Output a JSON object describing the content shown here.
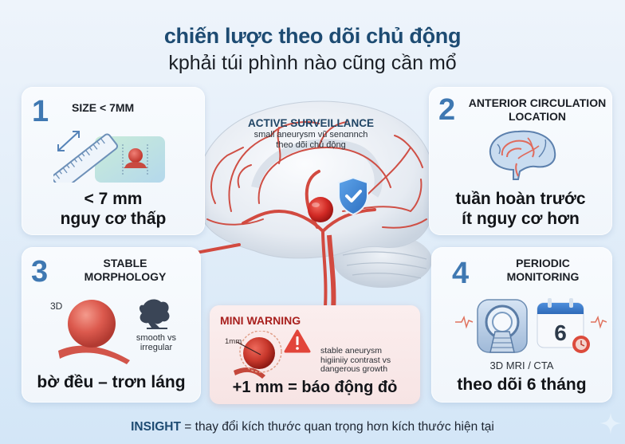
{
  "header": {
    "title": "chiến lược theo dõi chủ động",
    "subtitle": "kphải túi phình nào cũng cần mổ"
  },
  "center": {
    "title": "ACTIVE SURVEILLANCE",
    "line1": "small aneurysm vũ senαnnch",
    "line2": "theo dõi chủ động",
    "icons": [
      "brain-illustration",
      "aneurysm-ball",
      "shield-check-icon"
    ]
  },
  "cards": [
    {
      "number": "1",
      "heading": "SIZE < 7MM",
      "heading_line2": "",
      "line1": "< 7 mm",
      "line2": "nguy cơ thấp",
      "icons": [
        "ruler-icon",
        "double-arrow-icon",
        "aneurysm-icon"
      ]
    },
    {
      "number": "2",
      "heading": "ANTERIOR CIRCULATION",
      "heading_line2": "LOCATION",
      "line1": "tuần hoàn trước",
      "line2": "ít nguy cơ hơn",
      "icons": [
        "brain-icon"
      ]
    },
    {
      "number": "3",
      "heading": "STABLE",
      "heading_line2": "MORPHOLOGY",
      "label_3d": "3D",
      "compare1": "smooth vs",
      "compare2": "irregular",
      "line1": "bờ đều – trơn láng",
      "icons": [
        "sphere-aneurysm-icon",
        "irregular-shape-icon"
      ]
    },
    {
      "number": "4",
      "heading": "PERIODIC",
      "heading_line2": "MONITORING",
      "calendar_number": "6",
      "scan_label": "3D MRI / CTA",
      "line1": "theo dõi 6 tháng",
      "icons": [
        "mri-scanner-icon",
        "calendar-icon",
        "clock-icon",
        "pulse-icon"
      ]
    }
  ],
  "warning": {
    "title": "MINI WARNING",
    "size_label": "1mm",
    "desc1": "stable aneurysm",
    "desc2": "higiiniiy contrast vs",
    "desc3": "dangerous growth",
    "big": "+1 mm = báo động đỏ",
    "icons": [
      "aneurysm-growth-icon",
      "warning-triangle-icon"
    ]
  },
  "insight": {
    "label": "INSIGHT",
    "text": " = thay đổi kích thước quan trọng hơn kích thước hiện tại"
  },
  "colors": {
    "accent_blue": "#3f78b2",
    "title_navy": "#1d4b72",
    "warning_red": "#a8201e",
    "vessel_red": "#d4574e",
    "background": "#e3eef9"
  }
}
